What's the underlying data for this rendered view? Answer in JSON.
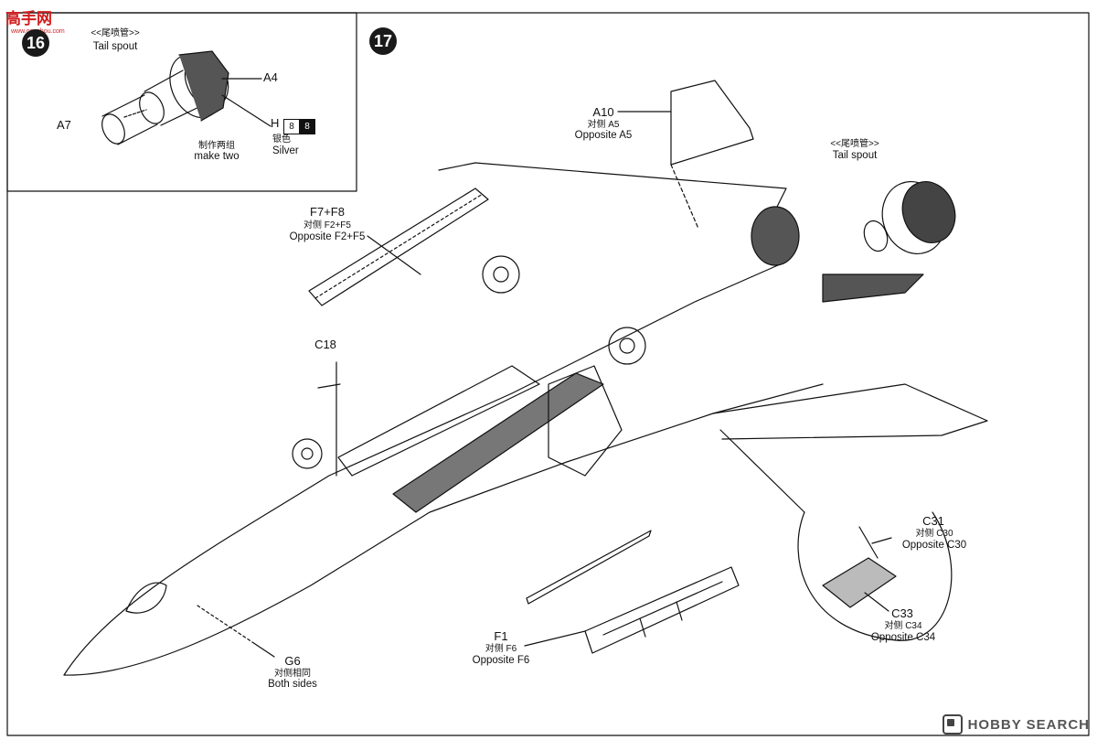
{
  "watermark": {
    "chars": "高手网",
    "url": "www.gaoshou.com"
  },
  "step16": {
    "number": "16",
    "tail_spout_cn": "<<尾喷管>>",
    "tail_spout_en": "Tail spout",
    "part_a4": "A4",
    "part_a7": "A7",
    "paint_letter": "H",
    "paint_a": "8",
    "paint_b": "8",
    "silver_cn": "银色",
    "silver_en": "Silver",
    "make_two_cn": "制作两组",
    "make_two_en": "make two"
  },
  "step17": {
    "number": "17",
    "a10": {
      "part": "A10",
      "cn": "对侧 A5",
      "en": "Opposite A5"
    },
    "tail_spout": {
      "cn": "<<尾喷管>>",
      "en": "Tail spout"
    },
    "f7f8": {
      "part": "F7+F8",
      "cn": "对侧 F2+F5",
      "en": "Opposite F2+F5"
    },
    "c18": {
      "part": "C18"
    },
    "c31": {
      "part": "C31",
      "cn": "对侧 C30",
      "en": "Opposite C30"
    },
    "c33": {
      "part": "C33",
      "cn": "对侧 C34",
      "en": "Opposite C34"
    },
    "f1": {
      "part": "F1",
      "cn": "对侧 F6",
      "en": "Opposite F6"
    },
    "g6": {
      "part": "G6",
      "cn": "对侧相同",
      "en": "Both sides"
    }
  },
  "footer": {
    "brand": "HOBBY SEARCH"
  }
}
